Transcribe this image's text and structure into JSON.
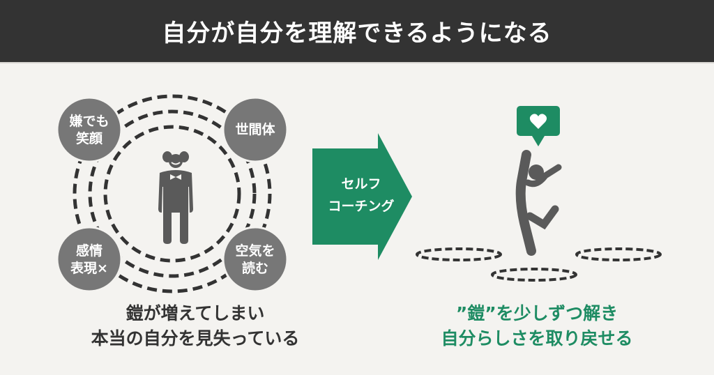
{
  "header": {
    "title": "自分が自分を理解できるようになる"
  },
  "colors": {
    "header_bg": "#333333",
    "background": "#f4f3f0",
    "accent_green": "#1e8c63",
    "bubble_gray": "#777777",
    "figure_gray": "#5a5a5a",
    "dash": "#333333"
  },
  "left_panel": {
    "bubbles": [
      {
        "label_line1": "嫌でも",
        "label_line2": "笑顔"
      },
      {
        "label_line1": "世間体",
        "label_line2": ""
      },
      {
        "label_line1": "感情",
        "label_line2": "表現×"
      },
      {
        "label_line1": "空気を",
        "label_line2": "読む"
      }
    ],
    "center_icon": "clown-person-icon",
    "caption_line1": "鎧が増えてしまい",
    "caption_line2": "本当の自分を見失っている"
  },
  "arrow": {
    "line1": "セルフ",
    "line2": "コーチング"
  },
  "right_panel": {
    "speech_icon": "heart-speech-bubble-icon",
    "figure_icon": "jumping-person-icon",
    "caption_line1": "”鎧”を少しずつ解き",
    "caption_line2": "自分らしさを取り戻せる"
  }
}
